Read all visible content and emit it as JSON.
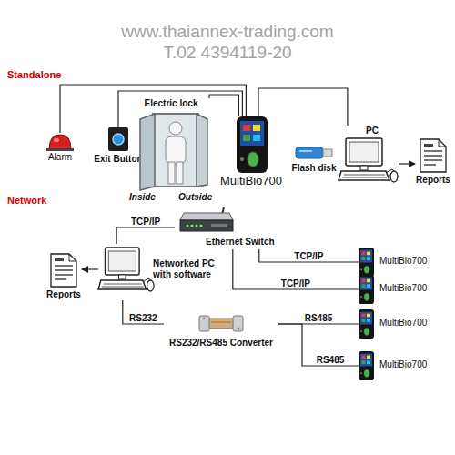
{
  "diagram": {
    "nodes": [
      {
        "text": [
          "Alarm"
        ]
      },
      {
        "text": [
          "Exit Button"
        ]
      },
      {
        "text": [
          "Electric lock",
          "Inside",
          "Outside"
        ]
      },
      {
        "text": [
          "MultiBio700"
        ]
      },
      {
        "text": [
          "Flash disk"
        ]
      },
      {
        "text": [
          "PC"
        ]
      },
      {
        "text": [
          "Reports"
        ]
      },
      {
        "text": [
          "Ethernet Switch"
        ]
      },
      {
        "text": [
          "Networked PC with software"
        ]
      },
      {
        "text": [
          "Reports"
        ]
      },
      {
        "text": [
          "RS232/RS485 Converter"
        ]
      },
      {
        "text": [
          "MultiBio700"
        ]
      },
      {
        "text": [
          "MultiBio700"
        ]
      },
      {
        "text": [
          "MultiBio700"
        ]
      },
      {
        "text": [
          "MultiBio700"
        ]
      }
    ],
    "edges": [
      {
        "from": 3,
        "to": 0,
        "arrow": "none"
      },
      {
        "from": 3,
        "to": 1,
        "arrow": "none"
      },
      {
        "from": 3,
        "to": 2,
        "arrow": "none"
      },
      {
        "from": 3,
        "to": 5,
        "arrow": "none"
      },
      {
        "from": 5,
        "to": 6,
        "arrow": "to"
      },
      {
        "from": 8,
        "to": 9,
        "arrow": "to"
      },
      {
        "from": 8,
        "to": 7,
        "label": "TCP/IP",
        "arrow": "none"
      },
      {
        "from": 7,
        "to": 11,
        "label": "TCP/IP",
        "arrow": "none"
      },
      {
        "from": 7,
        "to": 12,
        "label": "TCP/IP",
        "arrow": "none"
      },
      {
        "from": 8,
        "to": 10,
        "label": "RS232",
        "arrow": "none"
      },
      {
        "from": 10,
        "to": 13,
        "label": "RS485",
        "arrow": "none"
      },
      {
        "from": 10,
        "to": 14,
        "label": "RS485",
        "arrow": "none"
      }
    ],
    "labels": [
      "www.thaiannex-trading.com",
      "T.02 4394119-20",
      "Standalone",
      "Network"
    ]
  }
}
